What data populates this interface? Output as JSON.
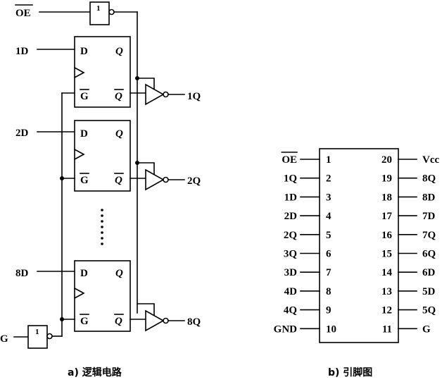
{
  "logic": {
    "oe_label": "OE",
    "g_label": "G",
    "buffer_mark": "1",
    "latches": [
      {
        "in_label": "1D",
        "out_label": "1Q"
      },
      {
        "in_label": "2D",
        "out_label": "2Q"
      },
      {
        "in_label": "8D",
        "out_label": "8Q"
      }
    ],
    "pin_d": "D",
    "pin_q": "Q",
    "pin_g": "G",
    "pin_qn": "Q",
    "ellipsis": "⋮",
    "caption": "a)  逻辑电路"
  },
  "pinout": {
    "left": [
      {
        "name": "OE",
        "num": "1",
        "overbar": true
      },
      {
        "name": "1Q",
        "num": "2"
      },
      {
        "name": "1D",
        "num": "3"
      },
      {
        "name": "2D",
        "num": "4"
      },
      {
        "name": "2Q",
        "num": "5"
      },
      {
        "name": "3Q",
        "num": "6"
      },
      {
        "name": "3D",
        "num": "7"
      },
      {
        "name": "4D",
        "num": "8"
      },
      {
        "name": "4Q",
        "num": "9"
      },
      {
        "name": "GND",
        "num": "10"
      }
    ],
    "right": [
      {
        "name": "Vcc",
        "num": "20"
      },
      {
        "name": "8Q",
        "num": "19"
      },
      {
        "name": "8D",
        "num": "18"
      },
      {
        "name": "7D",
        "num": "17"
      },
      {
        "name": "7Q",
        "num": "16"
      },
      {
        "name": "6Q",
        "num": "15"
      },
      {
        "name": "6D",
        "num": "14"
      },
      {
        "name": "5D",
        "num": "13"
      },
      {
        "name": "5Q",
        "num": "12"
      },
      {
        "name": "G",
        "num": "11"
      }
    ],
    "caption": "b)  引脚图"
  }
}
